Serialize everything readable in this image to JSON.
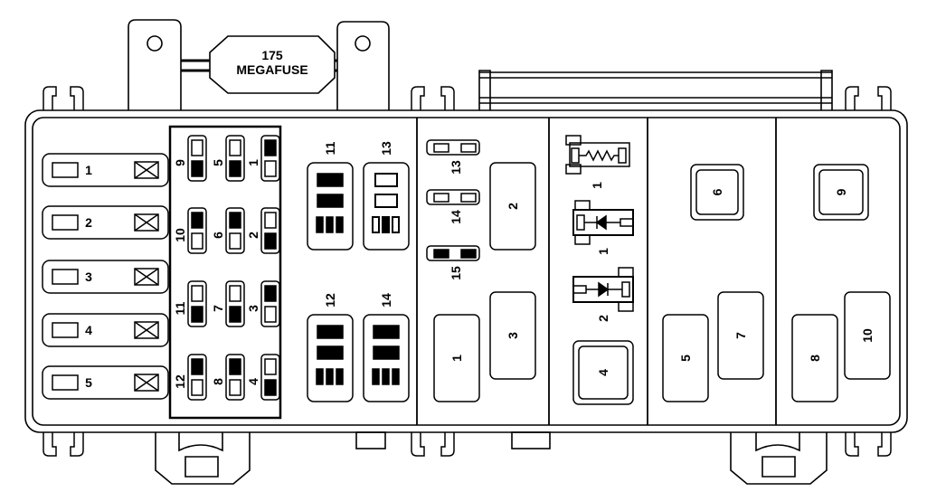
{
  "megafuse": {
    "amperage": "175",
    "label": "MEGAFUSE"
  },
  "left_fuses": [
    {
      "label": "1"
    },
    {
      "label": "2"
    },
    {
      "label": "3"
    },
    {
      "label": "4"
    },
    {
      "label": "5"
    }
  ],
  "mini_fuses": [
    {
      "label": "9",
      "filled": "bottom"
    },
    {
      "label": "10",
      "filled": "top"
    },
    {
      "label": "11",
      "filled": "bottom"
    },
    {
      "label": "12",
      "filled": "top"
    },
    {
      "label": "5",
      "filled": "bottom"
    },
    {
      "label": "6",
      "filled": "top"
    },
    {
      "label": "7",
      "filled": "bottom"
    },
    {
      "label": "8",
      "filled": "top"
    },
    {
      "label": "1",
      "filled": "top"
    },
    {
      "label": "2",
      "filled": "bottom"
    },
    {
      "label": "3",
      "filled": "top"
    },
    {
      "label": "4",
      "filled": "bottom"
    }
  ],
  "maxi_fuses": [
    {
      "label": "11",
      "style": "solid"
    },
    {
      "label": "13",
      "style": "outline"
    },
    {
      "label": "12",
      "style": "solid"
    },
    {
      "label": "14",
      "style": "solid"
    }
  ],
  "jumpers": [
    {
      "label": "13",
      "filled": false
    },
    {
      "label": "14",
      "filled": false
    },
    {
      "label": "15",
      "filled": true
    }
  ],
  "relays": [
    {
      "label": "2"
    },
    {
      "label": "3"
    },
    {
      "label": "1"
    },
    {
      "label": "4"
    },
    {
      "label": "6"
    },
    {
      "label": "7"
    },
    {
      "label": "5"
    },
    {
      "label": "9"
    },
    {
      "label": "10"
    },
    {
      "label": "8"
    }
  ],
  "components": [
    {
      "label": "1",
      "type": "resistor"
    },
    {
      "label": "1",
      "type": "diode"
    },
    {
      "label": "2",
      "type": "diode"
    }
  ]
}
